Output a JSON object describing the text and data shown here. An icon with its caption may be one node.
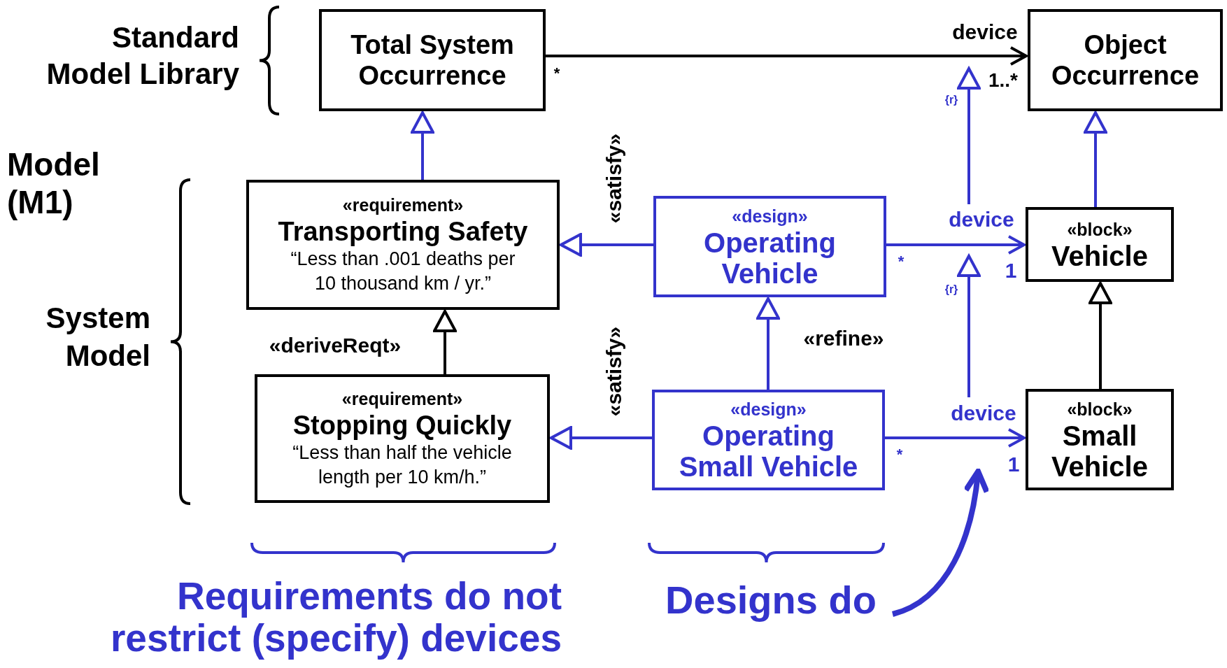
{
  "diagram": {
    "nodes": [
      {
        "text": [
          "Total System Occurrence"
        ]
      },
      {
        "text": [
          "Object Occurrence"
        ]
      },
      {
        "text": [
          "«requirement»",
          "Transporting Safety",
          "“Less than .001 deaths per 10 thousand km / yr.”"
        ]
      },
      {
        "text": [
          "«design»",
          "Operating Vehicle"
        ]
      },
      {
        "text": [
          "«block»",
          "Vehicle"
        ]
      },
      {
        "text": [
          "«requirement»",
          "Stopping Quickly",
          "“Less than half the vehicle length per 10 km/h.”"
        ]
      },
      {
        "text": [
          "«design»",
          "Operating Small Vehicle"
        ]
      },
      {
        "text": [
          "«block»",
          "Small Vehicle"
        ]
      },
      {
        "text": [
          "Designs do"
        ]
      }
    ],
    "edges": [
      {
        "from": 0,
        "to": 1,
        "arrow": "to",
        "label": "device",
        "color": "#000000"
      },
      {
        "from": 2,
        "to": 0,
        "arrow": "to"
      },
      {
        "from": 3,
        "to": 2,
        "arrow": "to",
        "label": "«satisfy»"
      },
      {
        "from": 6,
        "to": 5,
        "arrow": "to",
        "label": "«satisfy»"
      },
      {
        "from": 5,
        "to": 2,
        "arrow": "to",
        "label": "«deriveReqt»",
        "color": "#000000"
      },
      {
        "from": 6,
        "to": 3,
        "arrow": "to",
        "label": "«refine»"
      },
      {
        "from": 3,
        "to": 4,
        "arrow": "to",
        "label": "device"
      },
      {
        "from": 6,
        "to": 7,
        "arrow": "to",
        "label": "device"
      },
      {
        "from": 4,
        "to": 1,
        "arrow": "to"
      },
      {
        "from": 7,
        "to": 4,
        "arrow": "to",
        "color": "#000000"
      },
      {
        "from": 8,
        "to": null,
        "arrow": "to",
        "style": "thick"
      }
    ],
    "labels": [
      "Standard Model Library",
      "Model (M1)",
      "System Model",
      "*",
      "1..*",
      "{r}",
      "*",
      "1",
      "{r}",
      "*",
      "1",
      "Requirements do not restrict (specify) devices"
    ]
  }
}
